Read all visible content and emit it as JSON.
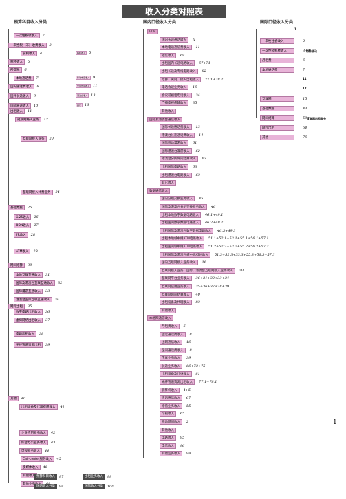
{
  "title": "收入分类对照表",
  "headers": {
    "left": "预算科目收入分类",
    "middle": "国内口径收入分类",
    "right": "国际口径收入分类"
  },
  "left": [
    {
      "t": "一次性税收收入",
      "n": "2"
    },
    {
      "t": "一次性税（非）收费收入",
      "n": "3"
    },
    {
      "t": "获利收入",
      "n": "4"
    },
    {
      "t": "税经收入",
      "n": "5"
    },
    {
      "t": "所得税",
      "n": "6"
    },
    {
      "t": "本地通话费",
      "n": "7"
    },
    {
      "t": "国内通话费收入",
      "n": "8"
    },
    {
      "t": "国外长途收入",
      "n": "9"
    },
    {
      "t": "国际长途收入",
      "n": "10"
    },
    {
      "t": "出租收入",
      "n": "11"
    },
    {
      "t": "短期网络入业务",
      "n": "12"
    },
    {
      "t": "互联网接入业务",
      "n": "20"
    },
    {
      "t": "互联网接入计费业务",
      "n": "24"
    },
    {
      "t": "基础数据",
      "n": "25"
    },
    {
      "t": "X.25收入",
      "n": "26"
    },
    {
      "t": "DDN收入",
      "n": "27"
    },
    {
      "t": "FR收入",
      "n": "28"
    },
    {
      "t": "ATM收入",
      "n": "29"
    },
    {
      "t": "网间结算",
      "n": "30"
    },
    {
      "t": "本地互联互通收入",
      "n": "31"
    },
    {
      "t": "国际及港澳台互联互通收入",
      "n": "32"
    },
    {
      "t": "国际漫游互通收入",
      "n": "33"
    },
    {
      "t": "港澳台国际互联互通收入",
      "n": "34"
    },
    {
      "t": "网元出租",
      "n": "35"
    },
    {
      "t": "数字电路出租收入",
      "n": "36"
    },
    {
      "t": "虚拟网络出租收入",
      "n": "37"
    },
    {
      "t": "电路出租收入",
      "n": "38"
    },
    {
      "t": "光纤管道资源出租",
      "n": "39"
    },
    {
      "t": "其他",
      "n": "40"
    },
    {
      "t": "出租设备及代理费用收入",
      "n": "41"
    },
    {
      "t": "企业应用业务收入",
      "n": "42"
    },
    {
      "t": "综合办公业务收入",
      "n": "43"
    },
    {
      "t": "可视业务收入",
      "n": "44"
    },
    {
      "t": "Call-center服务收入",
      "n": "45"
    },
    {
      "t": "多媒体收入",
      "n": "46"
    },
    {
      "t": "其他收入",
      "n": "47"
    },
    {
      "t": "其他业务收入",
      "n": "48"
    }
  ],
  "left_mid": [
    {
      "t": "移机收入",
      "n": "5"
    },
    {
      "t": "移动电话收入",
      "n": "9"
    },
    {
      "t": "全国长途收入",
      "n": "11"
    },
    {
      "t": "港澳台收入",
      "n": "13"
    },
    {
      "t": "其它",
      "n": "16"
    }
  ],
  "middle": [
    {
      "t": "I-09",
      "n": ""
    },
    {
      "t": "国内长途通话收入",
      "n": "II"
    },
    {
      "t": "本地电话通信费收入",
      "n": "11"
    },
    {
      "t": "短信收入",
      "n": "69"
    },
    {
      "t": "出租国内长途电路收入",
      "n": "67+71"
    },
    {
      "t": "出租长途及专线电路收入",
      "n": "82"
    },
    {
      "t": "结算、离网、接入出租收入",
      "n": "77.1+78.2"
    },
    {
      "t": "电话会议业务收入",
      "n": "16"
    },
    {
      "t": "会议可视话电话收入",
      "n": "34"
    },
    {
      "t": "广播电视传输收入",
      "n": "35"
    },
    {
      "t": "其他收入",
      "n": ""
    },
    {
      "t": "国际及港澳台通信收入",
      "n": ""
    },
    {
      "t": "国际长途通话费收入",
      "n": "13"
    },
    {
      "t": "港澳台长途通话费收入",
      "n": "14"
    },
    {
      "t": "国际移动漫游收入",
      "n": "61"
    },
    {
      "t": "国际港澳台漫游收入",
      "n": "62"
    },
    {
      "t": "港澳台分拆网间结算收入",
      "n": "63"
    },
    {
      "t": "出租国际电路收入",
      "n": "63"
    },
    {
      "t": "出租港澳台电路收入",
      "n": "63"
    },
    {
      "t": "其它收入",
      "n": ""
    },
    {
      "t": "数据通信收入",
      "n": ""
    },
    {
      "t": "国内分组交换业务收入",
      "n": "45"
    },
    {
      "t": "国际及港澳台分组交换业务收入",
      "n": "46"
    },
    {
      "t": "出租本地数字数据电路收入",
      "n": "46.1+49.1"
    },
    {
      "t": "出租国内数字数据电路收入",
      "n": "46.2+49.2"
    },
    {
      "t": "出租国际及港澳台数字数据电路收入",
      "n": "46.3+49.3"
    },
    {
      "t": "出租本地帧中继ATM电路收入",
      "n": "51.1+52.1+53.1+55.1+56.1+57.1"
    },
    {
      "t": "出租国内帧中继ATM电路收入",
      "n": "51.2+52.2+53.2+55.2+56.2+57.2"
    },
    {
      "t": "出租国际及港澳台帧中继ATM收入",
      "n": "51.3+52.3+53.3+55.3+56.3+57.3"
    },
    {
      "t": "国内互联网接入业务收入",
      "n": "16"
    },
    {
      "t": "互联网接入业务、国际、港澳台互联网接入业务收入",
      "n": "20"
    },
    {
      "t": "互联网平台业务收入",
      "n": "36+31+32+33+34"
    },
    {
      "t": "互联网应用业务收入",
      "n": "35+36+37+38+39"
    },
    {
      "t": "互联网网间结算收入",
      "n": "40"
    },
    {
      "t": "出租设备及代理收入",
      "n": "83"
    },
    {
      "t": "其他收入",
      "n": ""
    },
    {
      "t": "本地网通信收入",
      "n": ""
    },
    {
      "t": "月租费收入",
      "n": "6"
    },
    {
      "t": "固定通话费收入",
      "n": "8"
    },
    {
      "t": "上网通信收入",
      "n": "16"
    },
    {
      "t": "区间通话费收入",
      "n": "8"
    },
    {
      "t": "传真业务收入",
      "n": "39"
    },
    {
      "t": "长途业务收入",
      "n": "66+73+75"
    },
    {
      "t": "出租设备及代维收入",
      "n": "81"
    },
    {
      "t": "光纤管道资源出租收入",
      "n": "77.1+78.1"
    },
    {
      "t": "装移机收入",
      "n": "4+5"
    },
    {
      "t": "声讯通信收入",
      "n": "67"
    },
    {
      "t": "增值业务收入",
      "n": "55"
    },
    {
      "t": "可视收入",
      "n": "65"
    },
    {
      "t": "移动网间收入",
      "n": "2"
    },
    {
      "t": "其他收入",
      "n": ""
    },
    {
      "t": "电路收入",
      "n": "95"
    },
    {
      "t": "电信收入",
      "n": "96"
    },
    {
      "t": "其他业务收入",
      "n": "98"
    }
  ],
  "right": [
    {
      "t": "一次性社会收入",
      "n": "2"
    },
    {
      "t": "一次性装机费收入",
      "n": "3+4"
    },
    {
      "t": "月租费",
      "n": "6"
    },
    {
      "t": "本地通话费",
      "n": "7"
    },
    {
      "t": "互联网",
      "n": "15"
    },
    {
      "t": "基础数据",
      "n": "43"
    },
    {
      "t": "网间结算",
      "n": "50+"
    },
    {
      "t": "网元出租",
      "n": "64"
    },
    {
      "t": "其他",
      "n": "76"
    }
  ],
  "right_notes": {
    "n1": "1",
    "n2": "特殊移动",
    "n3": "11",
    "n4": "12",
    "n5": "互联网出租部分"
  },
  "footer": [
    {
      "t": "预算科目收入",
      "n": "97"
    },
    {
      "t": "国内收入分类",
      "n": "98"
    },
    {
      "t": "出租业务收入",
      "n": "99"
    },
    {
      "t": "国际收入分类",
      "n": "100"
    }
  ],
  "page_number": "1"
}
